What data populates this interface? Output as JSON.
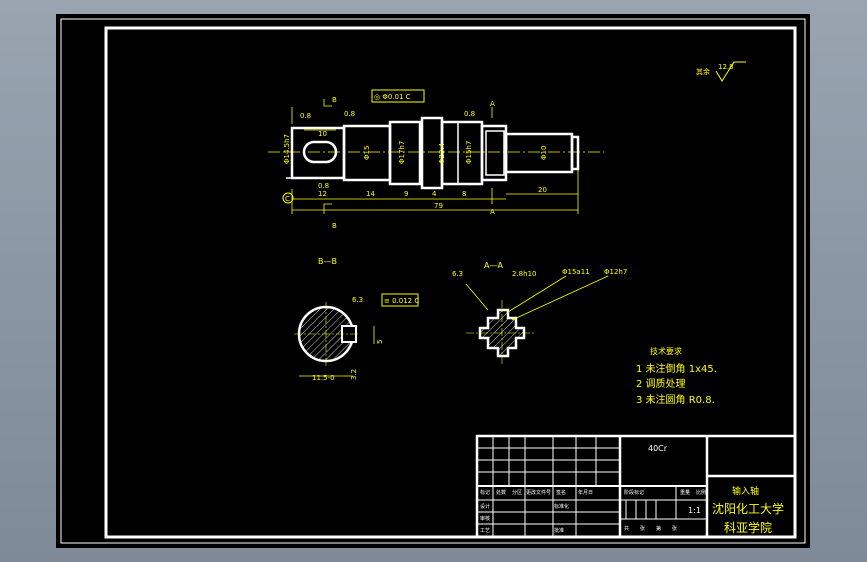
{
  "roughness": {
    "label": "其余",
    "value": "12.8"
  },
  "shaft": {
    "section_marks": [
      "B",
      "B",
      "A",
      "A"
    ],
    "datum": "C",
    "tolerance_frame": "◎ Φ0.01 C",
    "roughness_values": [
      "0.8",
      "0.8",
      "0.8"
    ],
    "diameters": [
      "Φ14.5h7",
      "Φ15",
      "Φ17h7",
      "Φ23.4",
      "Φ15h7",
      "Φ10"
    ],
    "lengths": [
      "10",
      "0.8",
      "12",
      "14",
      "9",
      "4",
      "8",
      "20",
      "79"
    ]
  },
  "section_bb": {
    "title": "B—B",
    "tolerance_frame": "≡ 0.012 C",
    "roughness": "6.3",
    "dims": [
      "11.5-0",
      "5",
      "3.2"
    ]
  },
  "section_aa": {
    "title": "A—A",
    "roughness": "6.3",
    "labels": [
      "2.8h10",
      "Φ15a11",
      "Φ12h7"
    ]
  },
  "requirements": {
    "title": "技术要求",
    "items": [
      "1  未注倒角 1x45.",
      "2  调质处理",
      "3  未注圆角 R0.8."
    ]
  },
  "title_block": {
    "material": "40Cr",
    "part_name": "输入轴",
    "scale": "1:1",
    "school_line1": "沈阳化工大学",
    "school_line2": "科亚学院",
    "small_labels": [
      "标记",
      "处数",
      "分区",
      "更改文件号",
      "签名",
      "年月日",
      "设计",
      "标准化",
      "审核",
      "工艺",
      "批准",
      "阶段标记",
      "重量",
      "比例",
      "共",
      "张",
      "第",
      "张"
    ]
  }
}
